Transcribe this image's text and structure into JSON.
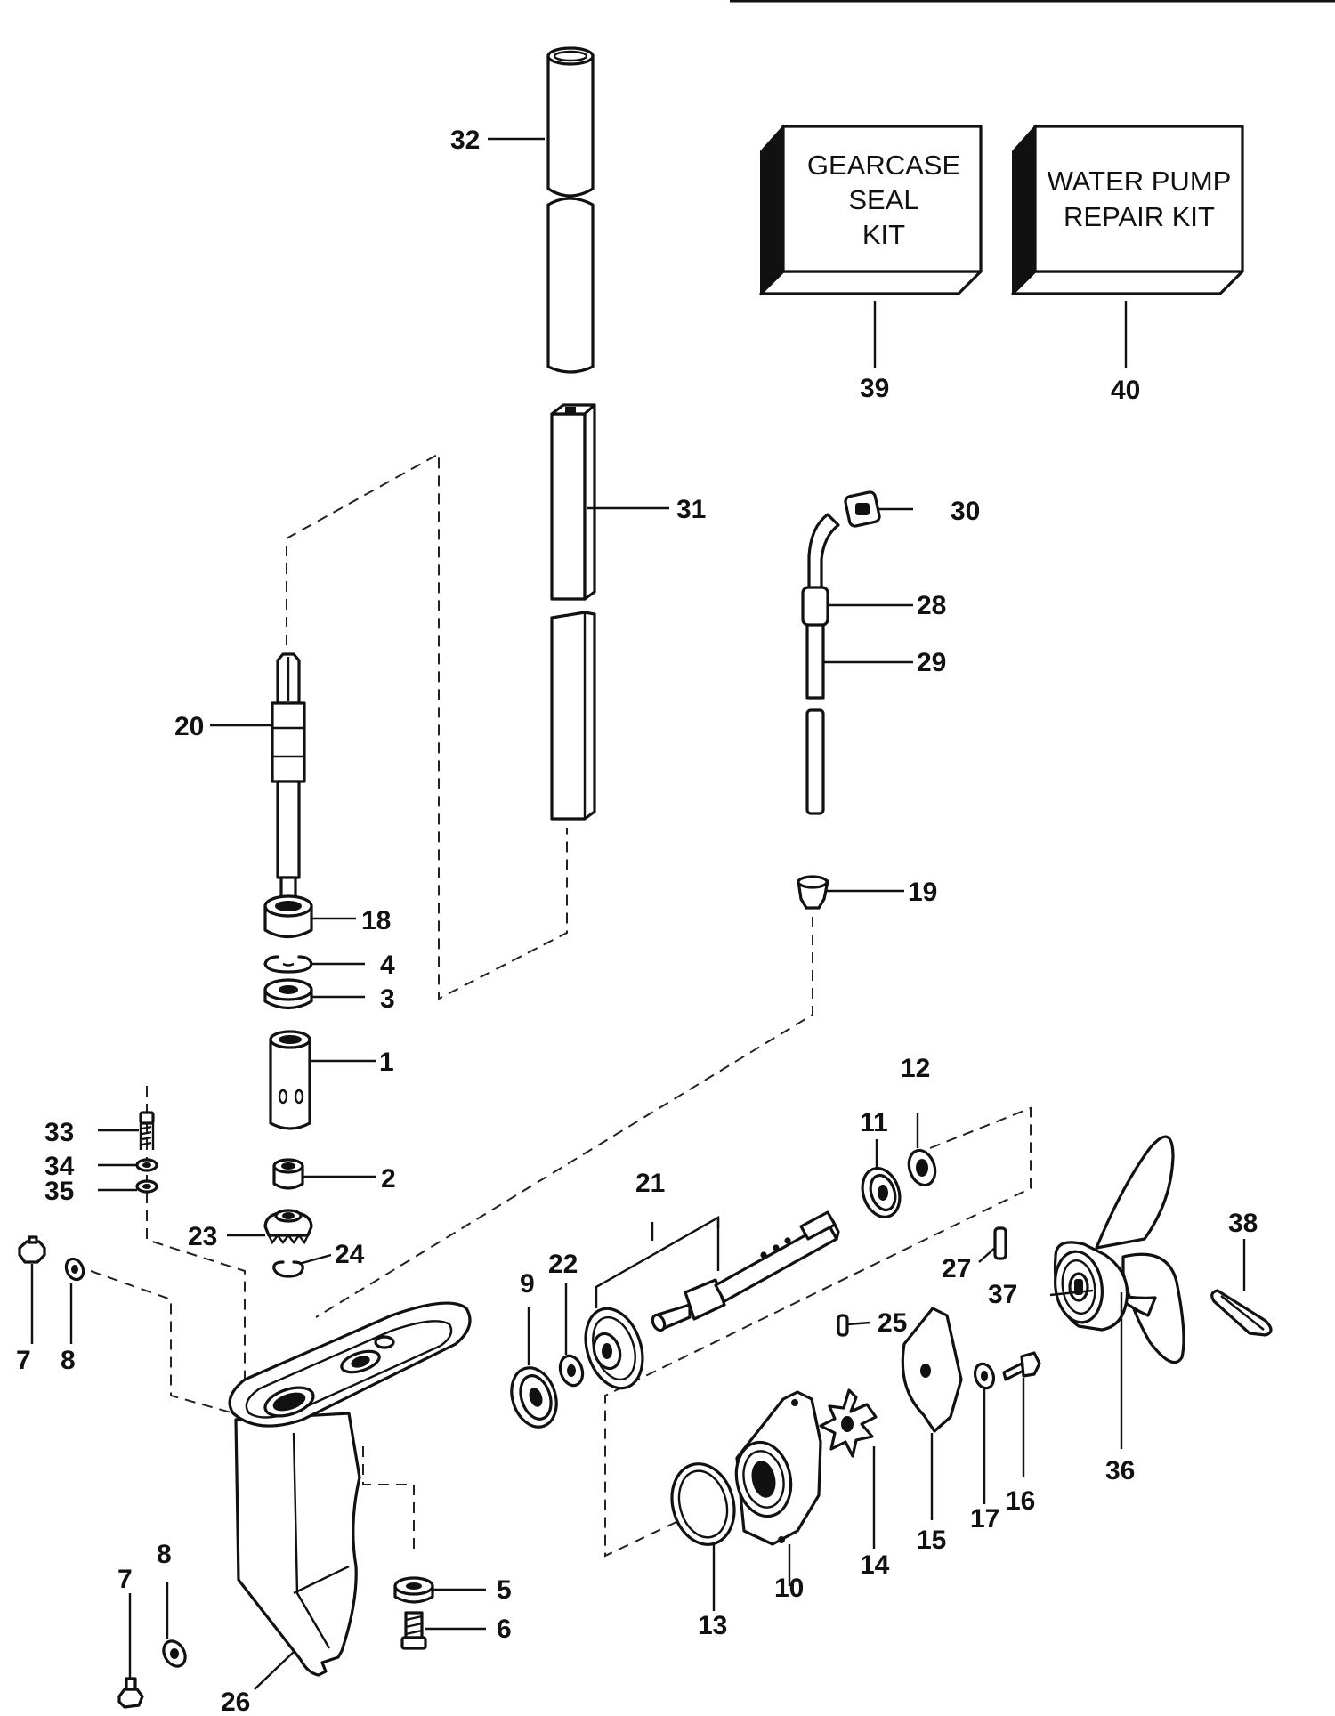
{
  "callouts": {
    "c1": "1",
    "c2": "2",
    "c3": "3",
    "c4": "4",
    "c5": "5",
    "c6": "6",
    "c7a": "7",
    "c7b": "7",
    "c8a": "8",
    "c8b": "8",
    "c9": "9",
    "c10": "10",
    "c11": "11",
    "c12": "12",
    "c13": "13",
    "c14": "14",
    "c15": "15",
    "c16": "16",
    "c17": "17",
    "c18": "18",
    "c19": "19",
    "c20": "20",
    "c21": "21",
    "c22": "22",
    "c23": "23",
    "c24": "24",
    "c25": "25",
    "c26": "26",
    "c27": "27",
    "c28": "28",
    "c29": "29",
    "c30": "30",
    "c31": "31",
    "c32": "32",
    "c33": "33",
    "c34": "34",
    "c35": "35",
    "c36": "36",
    "c37": "37",
    "c38": "38",
    "c39": "39",
    "c40": "40"
  },
  "kits": {
    "gearcase": {
      "line1": "GEARCASE",
      "line2": "SEAL",
      "line3": "KIT"
    },
    "water_pump": {
      "line1": "WATER PUMP",
      "line2": "REPAIR KIT"
    }
  }
}
